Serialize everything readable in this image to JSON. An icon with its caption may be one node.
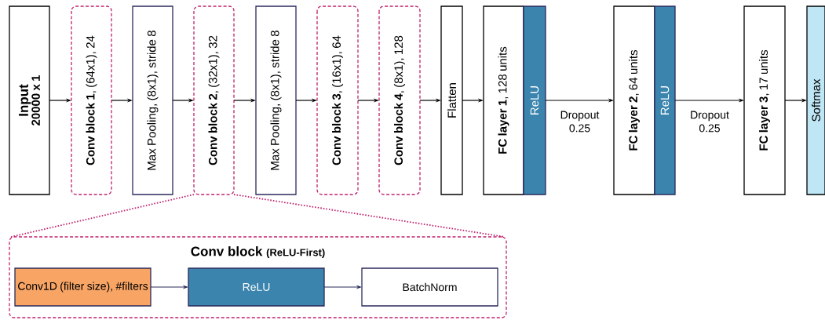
{
  "diagram": {
    "nodes": [
      {
        "text": [
          "Input",
          "20000 x 1"
        ]
      },
      {
        "text": [
          "**Conv block 1**, (64x1), 24"
        ]
      },
      {
        "text": [
          "Max Pooling, (8x1), stride 8"
        ]
      },
      {
        "text": [
          "**Conv block 2**, (32x1), 32"
        ]
      },
      {
        "text": [
          "Max Pooling, (8x1), stride 8"
        ]
      },
      {
        "text": [
          "**Conv block 3**, (16x1), 64"
        ]
      },
      {
        "text": [
          "**Conv block 4**, (8x1), 128"
        ]
      },
      {
        "text": [
          "Flatten"
        ]
      },
      {
        "text": [
          "**FC layer 1**, 128 units"
        ]
      },
      {
        "text": [
          "ReLU"
        ]
      },
      {
        "text": [
          "**FC layer 2**, 64 units"
        ]
      },
      {
        "text": [
          "ReLU"
        ]
      },
      {
        "text": [
          "**FC layer 3**, 17 units"
        ]
      },
      {
        "text": [
          "Softmax"
        ]
      },
      {
        "text": [
          "Conv block",
          "(ReLU-First)"
        ]
      },
      {
        "text": [
          "Conv1D (filter size), #filters"
        ],
        "in": 14
      },
      {
        "text": [
          "ReLU"
        ],
        "in": 14
      },
      {
        "text": [
          "BatchNorm"
        ],
        "in": 14
      }
    ],
    "edges": [
      {
        "from": 0,
        "to": 1,
        "arrow": "to"
      },
      {
        "from": 1,
        "to": 2,
        "arrow": "to"
      },
      {
        "from": 2,
        "to": 3,
        "arrow": "to"
      },
      {
        "from": 3,
        "to": 4,
        "arrow": "to"
      },
      {
        "from": 4,
        "to": 5,
        "arrow": "to"
      },
      {
        "from": 5,
        "to": 6,
        "arrow": "to"
      },
      {
        "from": 6,
        "to": 7,
        "arrow": "to"
      },
      {
        "from": 7,
        "to": 8,
        "arrow": "to"
      },
      {
        "from": 9,
        "to": 10,
        "arrow": "to",
        "label": "Dropout 0.25"
      },
      {
        "from": 11,
        "to": 12,
        "arrow": "to",
        "label": "Dropout 0.25"
      },
      {
        "from": 12,
        "to": 13,
        "arrow": "to"
      },
      {
        "from": 15,
        "to": 16,
        "arrow": "to",
        "color": "#2b2a5c"
      },
      {
        "from": 16,
        "to": 17,
        "arrow": "to",
        "color": "#2b2a5c"
      },
      {
        "from": 3,
        "to": 14,
        "arrow": "none",
        "style": "dashed",
        "color": "#c0226e"
      },
      {
        "from": 3,
        "to": 14,
        "arrow": "none",
        "style": "dashed",
        "color": "#c0226e"
      }
    ]
  }
}
